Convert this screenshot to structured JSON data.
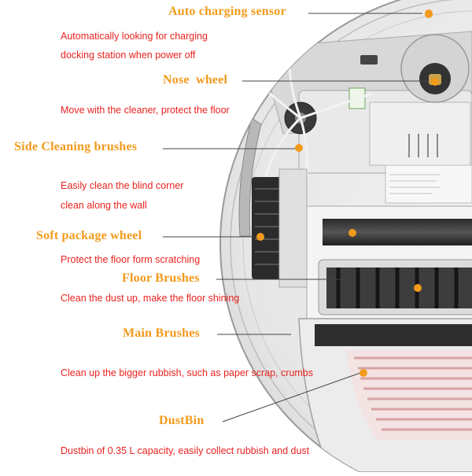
{
  "features": [
    {
      "id": "auto-charging-sensor",
      "title": "Auto charging sensor",
      "lines": [
        "Automatically looking for charging",
        "docking station when power off"
      ]
    },
    {
      "id": "nose-wheel",
      "title": "Nose  wheel",
      "lines": [
        "Move with the cleaner, protect the floor"
      ]
    },
    {
      "id": "side-cleaning-brushes",
      "title": "Side Cleaning brushes",
      "lines": [
        "Easily clean the blind corner",
        "clean along the wall"
      ]
    },
    {
      "id": "soft-package-wheel",
      "title": "Soft package wheel",
      "lines": [
        "Protect the floor form scratching"
      ]
    },
    {
      "id": "floor-brushes",
      "title": "Floor Brushes",
      "lines": [
        "Clean the dust up, make the floor shining"
      ]
    },
    {
      "id": "main-brushes",
      "title": "Main Brushes",
      "lines": [
        "Clean up the bigger rubbish, such as paper scrap, crumbs"
      ]
    },
    {
      "id": "dustbin",
      "title": "DustBin",
      "lines": [
        "Dustbin of 0.35 L capacity, easily collect rubbish and dust"
      ]
    }
  ],
  "colors": {
    "title": "#f29a1c",
    "description": "#e8231f",
    "marker": "#f29a1c"
  }
}
